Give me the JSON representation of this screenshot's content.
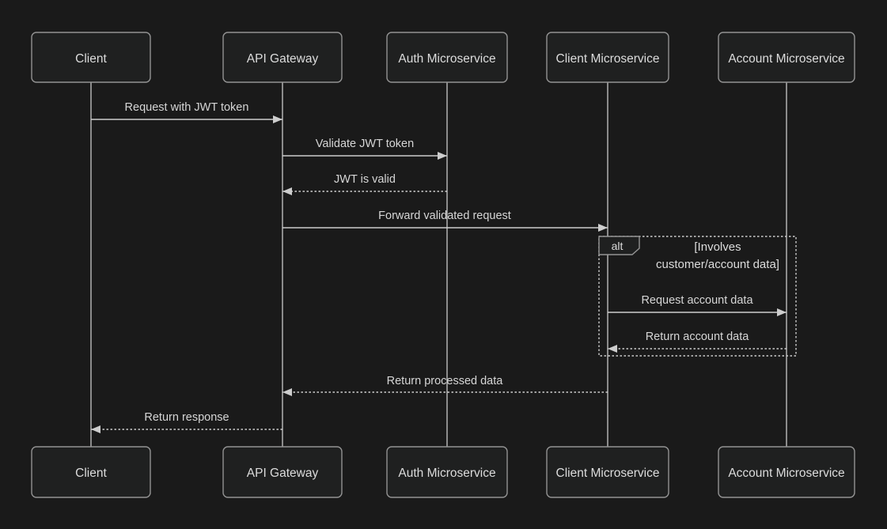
{
  "diagram": {
    "type": "sequence",
    "theme": "dark"
  },
  "actors": [
    {
      "name": "Client"
    },
    {
      "name": "API Gateway"
    },
    {
      "name": "Auth Microservice"
    },
    {
      "name": "Client Microservice"
    },
    {
      "name": "Account Microservice"
    }
  ],
  "messages": [
    {
      "label": "Request with JWT token",
      "from": "Client",
      "to": "API Gateway",
      "line": "solid",
      "in_alt": false
    },
    {
      "label": "Validate JWT token",
      "from": "API Gateway",
      "to": "Auth Microservice",
      "line": "solid",
      "in_alt": false
    },
    {
      "label": "JWT is valid",
      "from": "Auth Microservice",
      "to": "API Gateway",
      "line": "dotted",
      "in_alt": false
    },
    {
      "label": "Forward validated request",
      "from": "API Gateway",
      "to": "Client Microservice",
      "line": "solid",
      "in_alt": false
    },
    {
      "label": "Request account data",
      "from": "Client Microservice",
      "to": "Account Microservice",
      "line": "solid",
      "in_alt": true
    },
    {
      "label": "Return account data",
      "from": "Account Microservice",
      "to": "Client Microservice",
      "line": "dotted",
      "in_alt": true
    },
    {
      "label": "Return processed data",
      "from": "Client Microservice",
      "to": "API Gateway",
      "line": "dotted",
      "in_alt": false
    },
    {
      "label": "Return response",
      "from": "API Gateway",
      "to": "Client",
      "line": "dotted",
      "in_alt": false
    }
  ],
  "alt_block": {
    "operator": "alt",
    "condition": "[Involves customer/account data]",
    "condition_line1": "[Involves",
    "condition_line2": "customer/account data]"
  },
  "colors": {
    "background": "#1a1a1a",
    "actor_fill": "#1f2020",
    "actor_border": "#939393",
    "text": "#dcdcdc",
    "signal": "#cdcdcd",
    "lifeline": "#bdbdbd",
    "frame": "#cccccc"
  }
}
